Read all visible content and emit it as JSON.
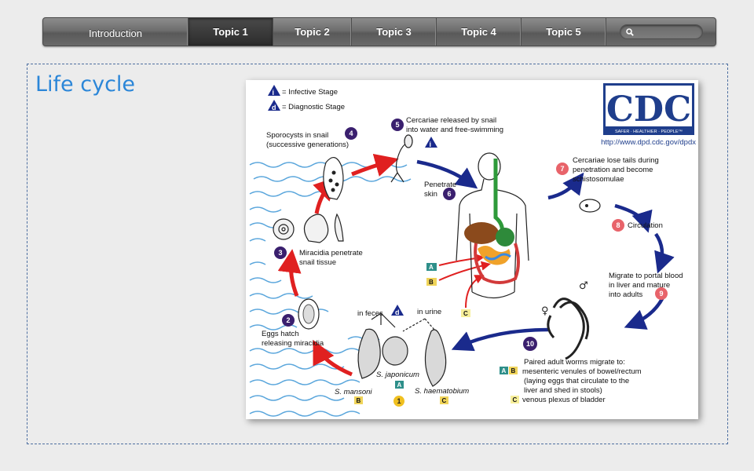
{
  "nav": {
    "items": [
      {
        "label": "Introduction",
        "active": false
      },
      {
        "label": "Topic 1",
        "active": true
      },
      {
        "label": "Topic 2",
        "active": false
      },
      {
        "label": "Topic 3",
        "active": false
      },
      {
        "label": "Topic 4",
        "active": false
      },
      {
        "label": "Topic 5",
        "active": false
      }
    ],
    "search_icon": "search-icon",
    "search_placeholder": ""
  },
  "page": {
    "title": "Life cycle"
  },
  "diagram": {
    "legend": {
      "infective_symbol": "i",
      "infective_label": "= Infective Stage",
      "diagnostic_symbol": "d",
      "diagnostic_label": "= Diagnostic Stage"
    },
    "logo": {
      "text": "CDC",
      "tagline": "SAFER · HEALTHIER · PEOPLE™",
      "url": "http://www.dpd.cdc.gov/dpdx"
    },
    "steps": [
      {
        "n": "1",
        "lines": []
      },
      {
        "n": "2",
        "lines": [
          "Eggs hatch",
          "releasing miracidia"
        ]
      },
      {
        "n": "3",
        "lines": [
          "Miracidia penetrate",
          "snail tissue"
        ]
      },
      {
        "n": "4",
        "lines": [
          "Sporocysts in snail",
          "(successive generations)"
        ]
      },
      {
        "n": "5",
        "lines": [
          "Cercariae released by snail",
          "into water and free-swimming"
        ]
      },
      {
        "n": "6",
        "lines": [
          "Penetrate",
          "skin"
        ]
      },
      {
        "n": "7",
        "lines": [
          "Cercariae lose tails during",
          "penetration and become",
          "schistosomulae"
        ]
      },
      {
        "n": "8",
        "lines": [
          "Circulation"
        ]
      },
      {
        "n": "9",
        "lines": [
          "Migrate to portal blood",
          "in liver and mature",
          "into adults"
        ]
      },
      {
        "n": "10",
        "lines": [
          "Paired adult worms migrate to:",
          "mesenteric venules of bowel/rectum",
          "(laying eggs that circulate to the",
          "liver and shed in stools)",
          "venous plexus of bladder"
        ]
      }
    ],
    "labels": {
      "in_feces": "in feces",
      "in_urine": "in urine",
      "s_mansoni": "S. mansoni",
      "s_japonicum": "S. japonicum",
      "s_haematobium": "S. haematobium",
      "tag_a": "A",
      "tag_b": "B",
      "tag_c": "C",
      "male_symbol": "♂",
      "female_symbol": "♀"
    },
    "colors": {
      "red": "#e02020",
      "blue": "#1a2a8c",
      "purple": "#3a1f6e",
      "pink": "#e8636a",
      "water": "#5aa6dc",
      "cdc": "#1f3e8c"
    }
  }
}
